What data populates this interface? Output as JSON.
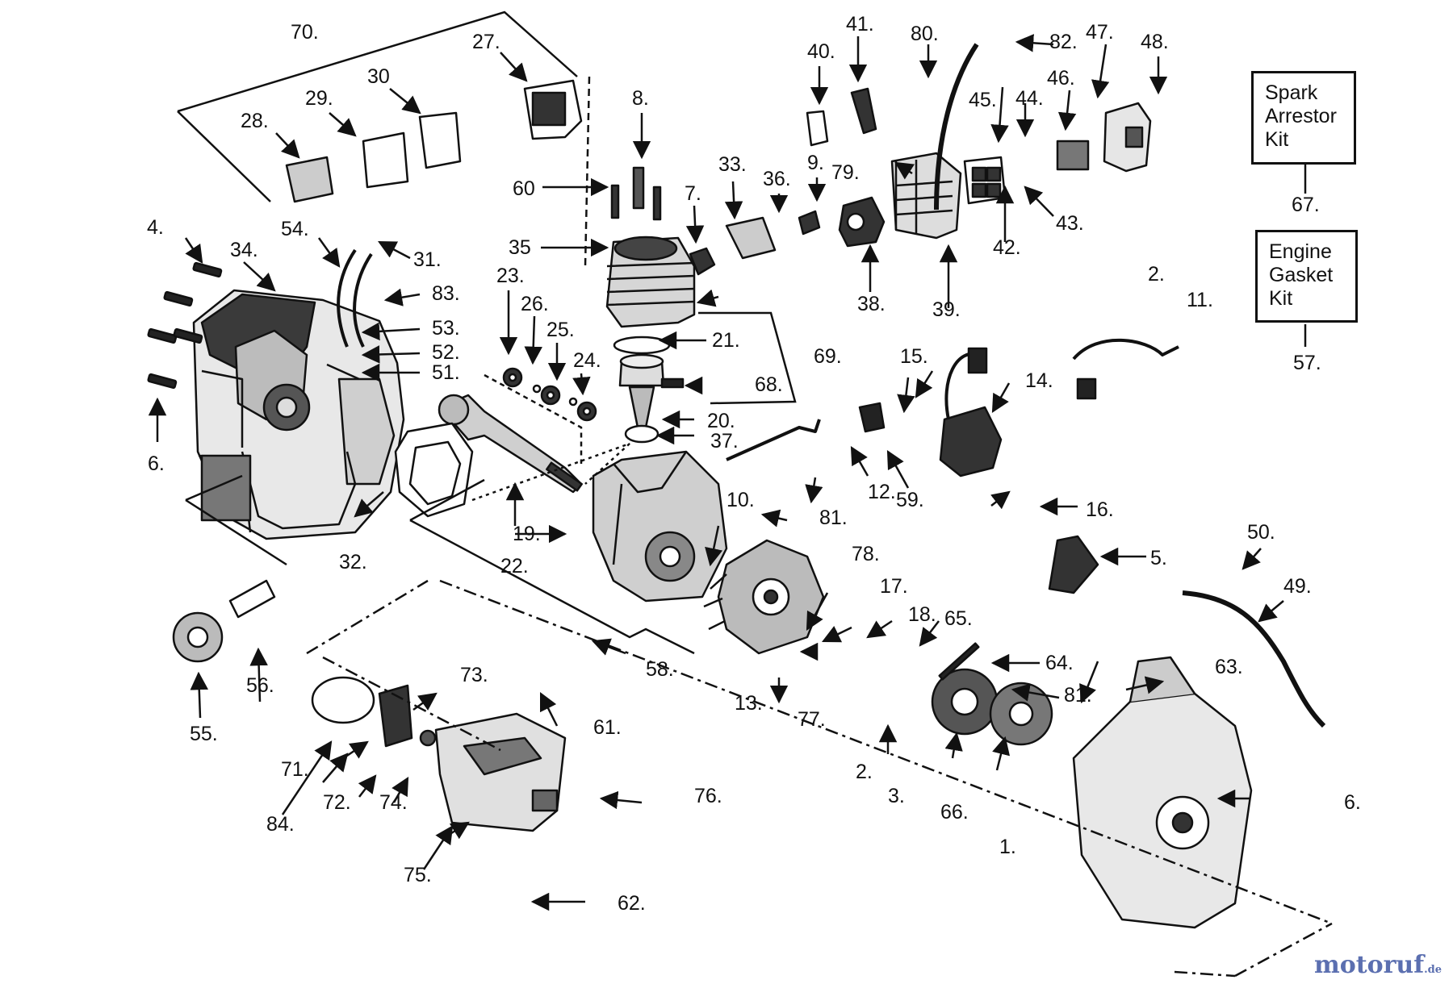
{
  "callouts": {
    "c1": "1.",
    "c2a": "2.",
    "c2b": "2.",
    "c3": "3.",
    "c4": "4.",
    "c5": "5.",
    "c6a": "6.",
    "c6b": "6.",
    "c7": "7.",
    "c8": "8.",
    "c9": "9.",
    "c10": "10.",
    "c11": "11.",
    "c12": "12.",
    "c13": "13.",
    "c14": "14.",
    "c15": "15.",
    "c16": "16.",
    "c17": "17.",
    "c18": "18.",
    "c19": "19.",
    "c20": "20.",
    "c21": "21.",
    "c22": "22.",
    "c23": "23.",
    "c24": "24.",
    "c25": "25.",
    "c26": "26.",
    "c27": "27.",
    "c28": "28.",
    "c29": "29.",
    "c30": "30",
    "c31": "31.",
    "c32": "32.",
    "c33": "33.",
    "c34": "34.",
    "c35": "35",
    "c36": "36.",
    "c37": "37.",
    "c38": "38.",
    "c39": "39.",
    "c40": "40.",
    "c41": "41.",
    "c42": "42.",
    "c43": "43.",
    "c44": "44.",
    "c45": "45.",
    "c46": "46.",
    "c47": "47.",
    "c48": "48.",
    "c49": "49.",
    "c50": "50.",
    "c51": "51.",
    "c52": "52.",
    "c53": "53.",
    "c54": "54.",
    "c55": "55.",
    "c56": "56.",
    "c57": "57.",
    "c58": "58.",
    "c59": "59.",
    "c60": "60",
    "c61": "61.",
    "c62": "62.",
    "c63": "63.",
    "c64": "64.",
    "c65": "65.",
    "c66": "66.",
    "c67": "67.",
    "c68": "68.",
    "c69": "69.",
    "c70": "70.",
    "c71": "71.",
    "c72": "72.",
    "c73": "73.",
    "c74": "74.",
    "c75": "75.",
    "c76": "76.",
    "c77": "77.",
    "c78": "78.",
    "c79": "79.",
    "c80": "80.",
    "c81a": "81.",
    "c81b": "81.",
    "c82": "82.",
    "c83": "83.",
    "c84": "84."
  },
  "kits": {
    "spark_arrestor": {
      "line1": "Spark",
      "line2": "Arrestor",
      "line3": "Kit"
    },
    "engine_gasket": {
      "line1": "Engine",
      "line2": "Gasket",
      "line3": "Kit"
    }
  },
  "watermark": {
    "name": "motoruf",
    "tld": ".de"
  },
  "colors": {
    "ink": "#111111",
    "watermark": "#5b6fb0"
  }
}
